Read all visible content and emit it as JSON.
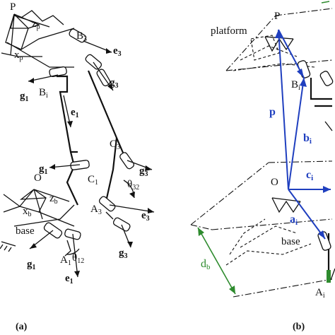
{
  "panel_a": {
    "caption": "(a)",
    "labels": {
      "P": "P",
      "zp": "z",
      "zp_sub": "p",
      "xp": "x",
      "xp_sub": "p",
      "B3": "B",
      "B3_sub": "3",
      "e3_top": "e",
      "e3_top_sub": "3",
      "g3_top": "g",
      "g3_top_sub": "3",
      "g1_top": "g",
      "g1_top_sub": "1",
      "Bi": "B",
      "Bi_sub": "i",
      "e1_top": "e",
      "e1_top_sub": "1",
      "C3": "C",
      "C3_sub": "3",
      "g1_mid": "g",
      "g1_mid_sub": "1",
      "C1": "C",
      "C1_sub": "1",
      "O": "O",
      "g3_mid": "g",
      "g3_mid_sub": "3",
      "theta32": "θ",
      "theta32_sub": "32",
      "zb": "z",
      "zb_sub": "b",
      "xb": "x",
      "xb_sub": "b",
      "A3": "A",
      "A3_sub": "3",
      "e3_bot": "e",
      "e3_bot_sub": "3",
      "base": "base",
      "A1": "A",
      "A1_sub": "1",
      "theta12": "θ",
      "theta12_sub": "12",
      "g1_bot": "g",
      "g1_bot_sub": "1",
      "g3_bot": "g",
      "g3_bot_sub": "3",
      "e1_bot": "e",
      "e1_bot_sub": "1"
    }
  },
  "panel_b": {
    "caption": "(b)",
    "labels": {
      "P": "P",
      "platform": "platform",
      "Bi": "B",
      "Bi_sub": "i",
      "p": "p",
      "bi": "b",
      "bi_sub": "i",
      "O": "O",
      "ci": "c",
      "ci_sub": "i",
      "ai": "a",
      "ai_sub": "i",
      "base": "base",
      "db": "d",
      "db_sub": "b",
      "Ai": "A",
      "Ai_sub": "i"
    }
  },
  "colors": {
    "vector_blue": "#1f3fbf",
    "dimension_green": "#2e8b2e",
    "accent_red": "#d22a2a"
  }
}
